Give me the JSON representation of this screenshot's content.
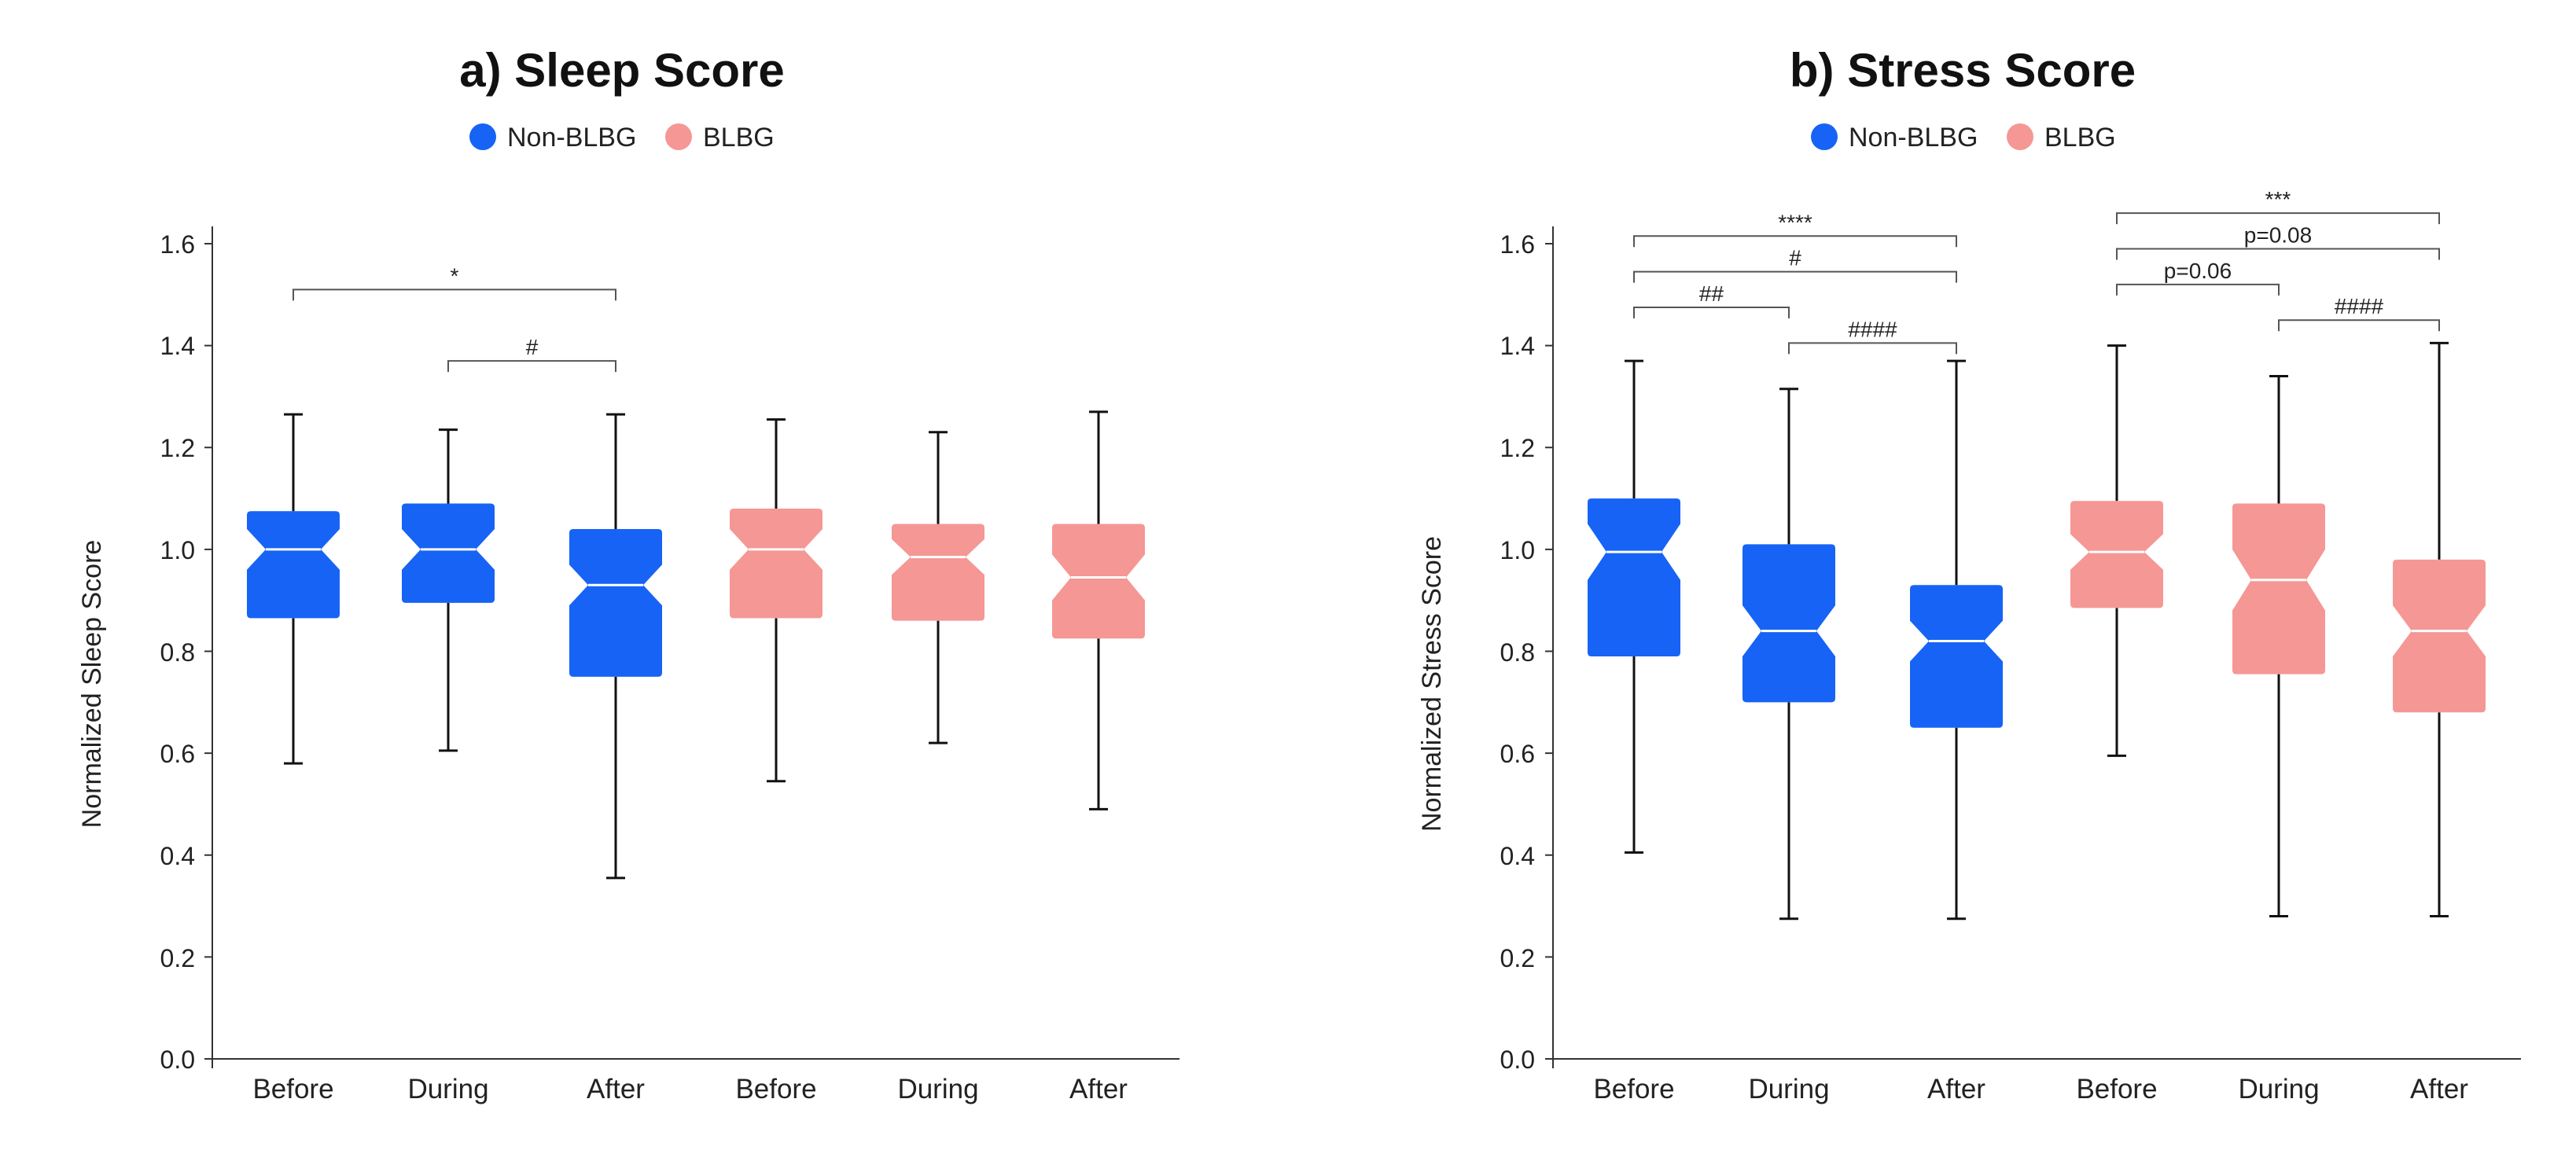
{
  "colors": {
    "non_blbg": "#1763f5",
    "blbg": "#f59795"
  },
  "chart_data": [
    {
      "type": "box",
      "title": "a) Sleep Score",
      "ylabel": "Normalized Sleep Score",
      "ylim": [
        0,
        1.6
      ],
      "yticks": [
        "0.0",
        "0.2",
        "0.4",
        "0.6",
        "0.8",
        "1.0",
        "1.2",
        "1.4",
        "1.6"
      ],
      "legend": [
        {
          "label": "Non-BLBG",
          "color": "#1763f5"
        },
        {
          "label": "BLBG",
          "color": "#f59795"
        }
      ],
      "legend_position": "top-center",
      "categories": [
        "Before",
        "During",
        "After",
        "Before",
        "During",
        "After"
      ],
      "boxes": [
        {
          "group": "Non-BLBG",
          "label": "Before",
          "whislo": 0.58,
          "q1": 0.865,
          "med": 1.0,
          "q3": 1.075,
          "whishi": 1.265,
          "notch_lo": 0.96,
          "notch_hi": 1.04
        },
        {
          "group": "Non-BLBG",
          "label": "During",
          "whislo": 0.605,
          "q1": 0.895,
          "med": 1.0,
          "q3": 1.09,
          "whishi": 1.235,
          "notch_lo": 0.96,
          "notch_hi": 1.04
        },
        {
          "group": "Non-BLBG",
          "label": "After",
          "whislo": 0.355,
          "q1": 0.75,
          "med": 0.93,
          "q3": 1.04,
          "whishi": 1.265,
          "notch_lo": 0.89,
          "notch_hi": 0.97
        },
        {
          "group": "BLBG",
          "label": "Before",
          "whislo": 0.545,
          "q1": 0.865,
          "med": 1.0,
          "q3": 1.08,
          "whishi": 1.255,
          "notch_lo": 0.96,
          "notch_hi": 1.04
        },
        {
          "group": "BLBG",
          "label": "During",
          "whislo": 0.62,
          "q1": 0.86,
          "med": 0.985,
          "q3": 1.05,
          "whishi": 1.23,
          "notch_lo": 0.95,
          "notch_hi": 1.02
        },
        {
          "group": "BLBG",
          "label": "After",
          "whislo": 0.49,
          "q1": 0.825,
          "med": 0.945,
          "q3": 1.05,
          "whishi": 1.27,
          "notch_lo": 0.9,
          "notch_hi": 0.99
        }
      ],
      "annotations": [
        {
          "from": 0,
          "to": 2,
          "label": "*",
          "y": 1.51
        },
        {
          "from": 1,
          "to": 2,
          "label": "#",
          "y": 1.37
        }
      ]
    },
    {
      "type": "box",
      "title": "b) Stress Score",
      "ylabel": "Normalized Stress Score",
      "ylim": [
        0,
        1.6
      ],
      "yticks": [
        "0.0",
        "0.2",
        "0.4",
        "0.6",
        "0.8",
        "1.0",
        "1.2",
        "1.4",
        "1.6"
      ],
      "legend": [
        {
          "label": "Non-BLBG",
          "color": "#1763f5"
        },
        {
          "label": "BLBG",
          "color": "#f59795"
        }
      ],
      "legend_position": "top-center",
      "categories": [
        "Before",
        "During",
        "After",
        "Before",
        "During",
        "After"
      ],
      "boxes": [
        {
          "group": "Non-BLBG",
          "label": "Before",
          "whislo": 0.405,
          "q1": 0.79,
          "med": 0.995,
          "q3": 1.1,
          "whishi": 1.37,
          "notch_lo": 0.94,
          "notch_hi": 1.05
        },
        {
          "group": "Non-BLBG",
          "label": "During",
          "whislo": 0.275,
          "q1": 0.7,
          "med": 0.84,
          "q3": 1.01,
          "whishi": 1.315,
          "notch_lo": 0.79,
          "notch_hi": 0.89
        },
        {
          "group": "Non-BLBG",
          "label": "After",
          "whislo": 0.275,
          "q1": 0.65,
          "med": 0.82,
          "q3": 0.93,
          "whishi": 1.37,
          "notch_lo": 0.78,
          "notch_hi": 0.86
        },
        {
          "group": "BLBG",
          "label": "Before",
          "whislo": 0.595,
          "q1": 0.885,
          "med": 0.995,
          "q3": 1.095,
          "whishi": 1.4,
          "notch_lo": 0.96,
          "notch_hi": 1.03
        },
        {
          "group": "BLBG",
          "label": "During",
          "whislo": 0.28,
          "q1": 0.755,
          "med": 0.94,
          "q3": 1.09,
          "whishi": 1.34,
          "notch_lo": 0.88,
          "notch_hi": 1.0
        },
        {
          "group": "BLBG",
          "label": "After",
          "whislo": 0.28,
          "q1": 0.68,
          "med": 0.84,
          "q3": 0.98,
          "whishi": 1.405,
          "notch_lo": 0.79,
          "notch_hi": 0.89
        }
      ],
      "annotations": [
        {
          "from": 0,
          "to": 2,
          "label": "****",
          "y": 1.615
        },
        {
          "from": 0,
          "to": 2,
          "label": "#",
          "y": 1.545
        },
        {
          "from": 0,
          "to": 1,
          "label": "##",
          "y": 1.475
        },
        {
          "from": 1,
          "to": 2,
          "label": "####",
          "y": 1.405
        },
        {
          "from": 3,
          "to": 5,
          "label": "***",
          "y": 1.66
        },
        {
          "from": 3,
          "to": 5,
          "label": "p=0.08",
          "y": 1.59
        },
        {
          "from": 3,
          "to": 4,
          "label": "p=0.06",
          "y": 1.52
        },
        {
          "from": 4,
          "to": 5,
          "label": "####",
          "y": 1.45
        }
      ]
    }
  ]
}
